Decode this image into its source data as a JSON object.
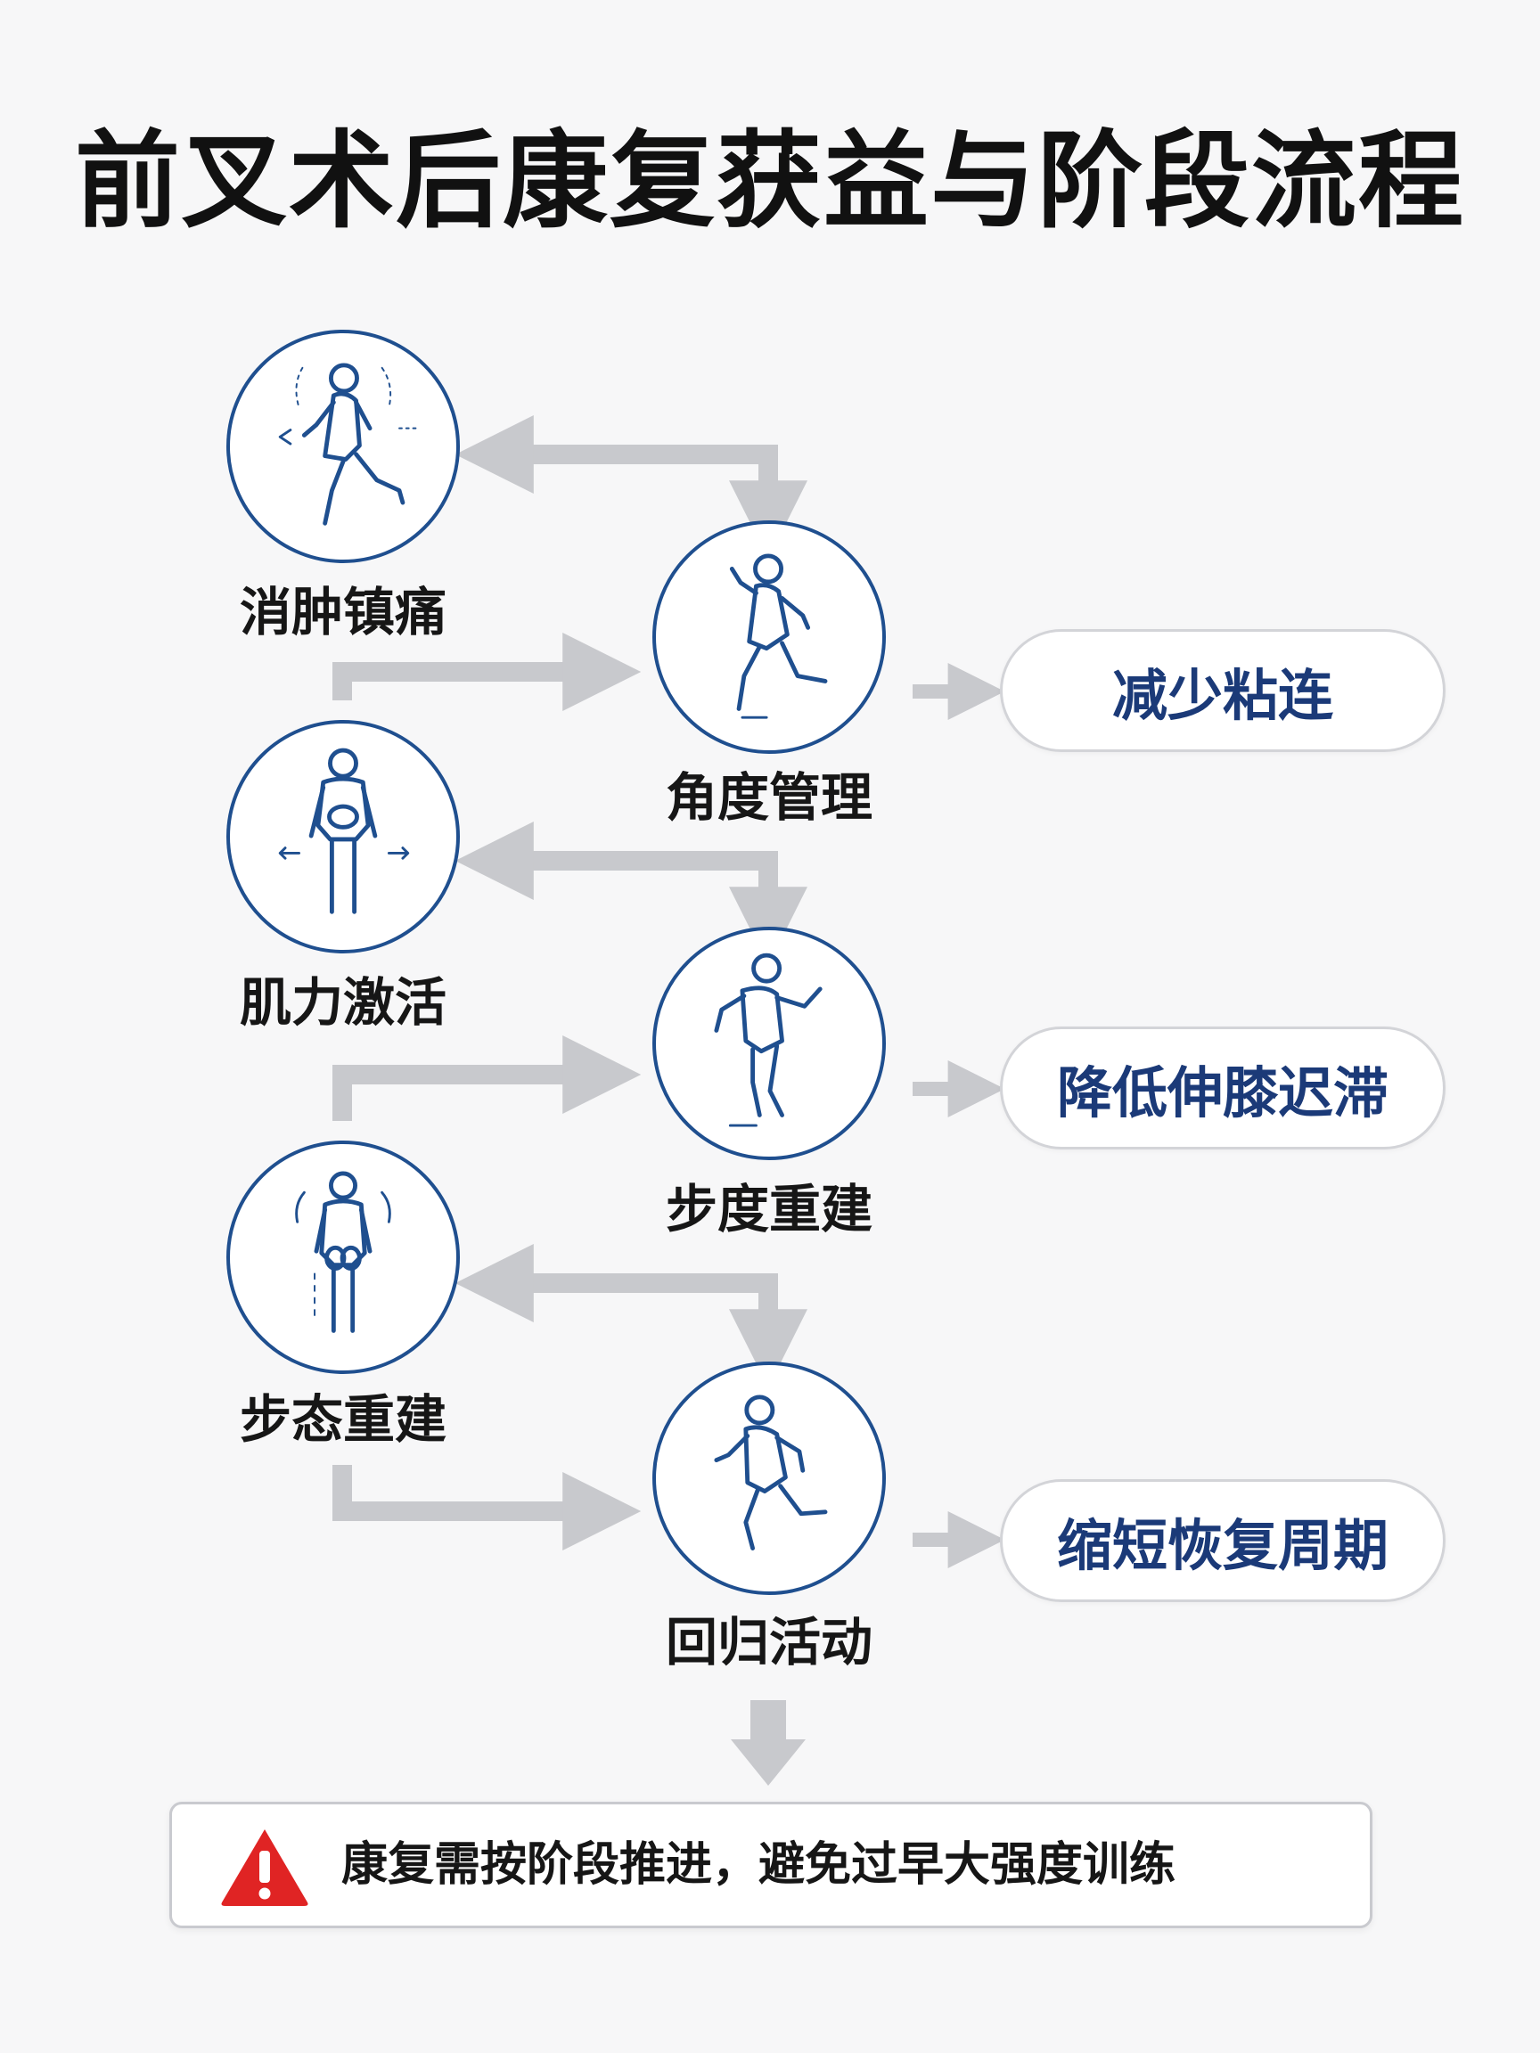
{
  "title": "前叉术后康复获益与阶段流程",
  "stages": [
    {
      "label": "消肿镇痛",
      "icon": "walking-person-icon"
    },
    {
      "label": "角度管理",
      "icon": "running-person-icon"
    },
    {
      "label": "肌力激活",
      "icon": "standing-person-icon"
    },
    {
      "label": "步度重建",
      "icon": "lunging-person-icon"
    },
    {
      "label": "步态重建",
      "icon": "upright-person-icon"
    },
    {
      "label": "回归活动",
      "icon": "sprinting-person-icon"
    }
  ],
  "benefits": [
    {
      "label": "减少粘连"
    },
    {
      "label": "降低伸膝迟滞"
    },
    {
      "label": "缩短恢复周期"
    }
  ],
  "warning": {
    "icon": "warning-triangle-icon",
    "text": "康复需按阶段推进，避免过早大强度训练"
  },
  "colors": {
    "circle_stroke": "#1f4f8f",
    "benefit_text": "#1b3a78",
    "arrow": "#c8c9cd",
    "warning_red": "#e02424"
  }
}
